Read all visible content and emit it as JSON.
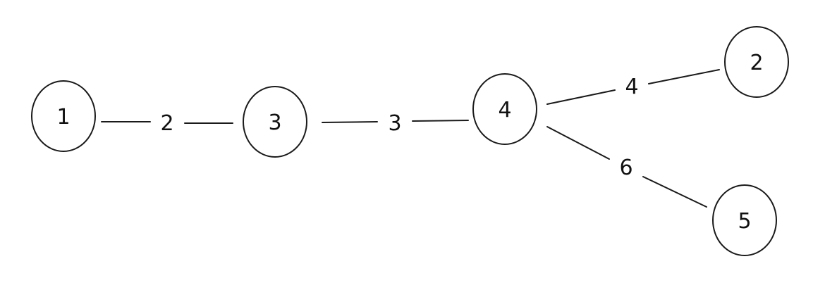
{
  "colors": {
    "stroke": "#1a1a1a",
    "text": "#111111",
    "background": "#ffffff"
  },
  "diagram": {
    "nodes": [
      {
        "id": "n1",
        "label": "1"
      },
      {
        "id": "n3",
        "label": "3"
      },
      {
        "id": "n4",
        "label": "4"
      },
      {
        "id": "n2",
        "label": "2"
      },
      {
        "id": "n5",
        "label": "5"
      }
    ],
    "edges": [
      {
        "from": "n1",
        "to": "n3",
        "weight": "2"
      },
      {
        "from": "n3",
        "to": "n4",
        "weight": "3"
      },
      {
        "from": "n4",
        "to": "n2",
        "weight": "4"
      },
      {
        "from": "n4",
        "to": "n5",
        "weight": "6"
      }
    ]
  }
}
